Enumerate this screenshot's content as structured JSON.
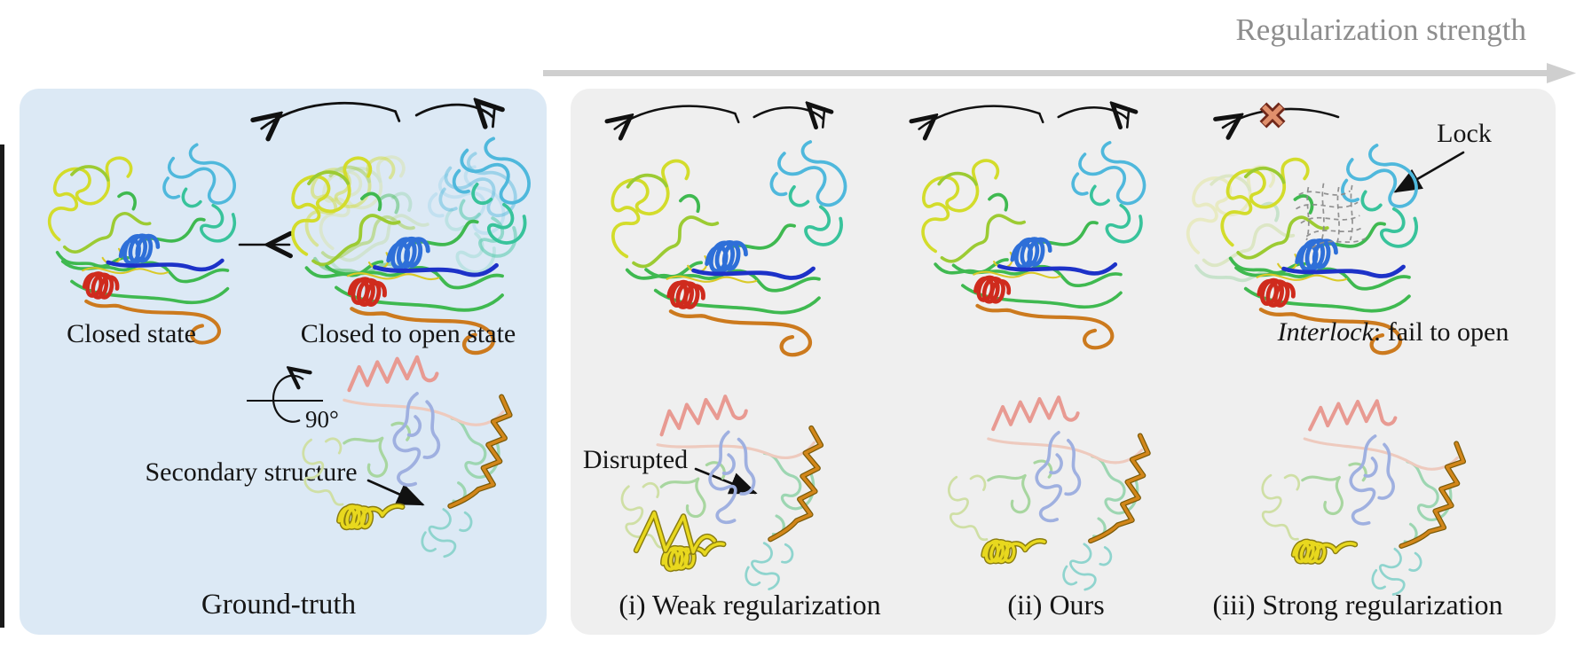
{
  "figure": {
    "header": {
      "title": "Regularization strength"
    },
    "ground_truth_panel": {
      "closed_label": "Closed state",
      "open_label": "Closed to open state",
      "rotation_label": "90°",
      "secondary_structure_label": "Secondary structure",
      "caption": "Ground-truth"
    },
    "results_panel": {
      "disrupted_label": "Disrupted",
      "lock_label": "Lock",
      "interlock_word": "Interlock",
      "interlock_rest": ": fail to open",
      "captions": {
        "weak": "(i) Weak regularization",
        "ours": "(ii) Ours",
        "strong": "(iii) Strong regularization"
      }
    },
    "icons": {
      "strength_arrow": "gray-right-arrow",
      "motion_arrows": "curved-swing-arrows",
      "blocked_motion": "curved-arrow-with-cross",
      "rotation": "rotate-90-arrow",
      "annotation_arrow": "black-pointer-arrow"
    }
  },
  "colors": {
    "panel_blue": "#dce9f5",
    "panel_gray": "#efefef",
    "title_gray": "#8d8d8d",
    "strength_arrow": "#cfcfcf",
    "edge_bar": "#1a1a1a",
    "cross_fill": "#e0906c",
    "cross_outline": "#70281a",
    "lock_gray": "#8b8b8b",
    "rainbow": {
      "yellow": "#d3dc2b",
      "yellow_green": "#9ccb33",
      "green": "#3fb950",
      "cyan": "#4fb8dc",
      "teal": "#38c39b",
      "blue": "#2e6fd8",
      "dark_blue": "#1d32c8",
      "red": "#cf2b1d",
      "orange": "#cc7a1e",
      "yellow_thread": "#d9c928"
    },
    "pastel": {
      "salmon": "#e89a92",
      "pale_salmon": "#eecabe",
      "periwinkle": "#9fb0e0",
      "pale_green": "#cfdfa5",
      "green": "#a8d6a0",
      "mint": "#9dd6b2",
      "yellow": "#e8d81e",
      "yellow_dark": "#8a7d10",
      "orange": "#d2861a",
      "orange_dark": "#7a5a08",
      "teal": "#8fd4ce"
    }
  }
}
